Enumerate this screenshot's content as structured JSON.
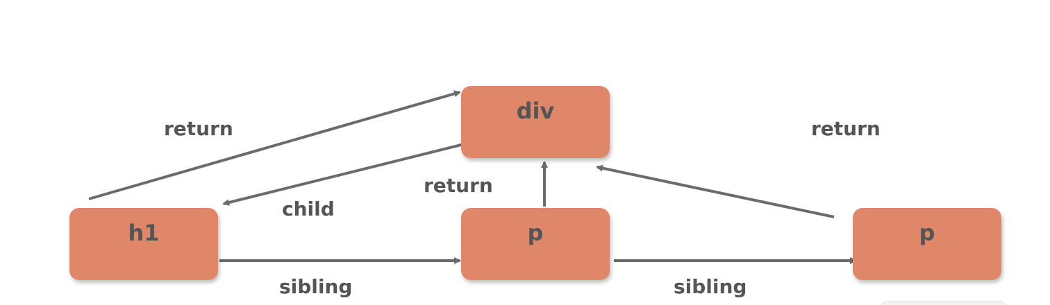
{
  "diagram": {
    "nodes": {
      "div": {
        "label": "div"
      },
      "h1": {
        "label": "h1"
      },
      "p_middle": {
        "label": "p"
      },
      "p_right": {
        "label": "p"
      }
    },
    "edges": {
      "h1_to_div_return": {
        "label": "return"
      },
      "div_to_h1_child": {
        "label": "child"
      },
      "p_middle_to_div_return": {
        "label": "return"
      },
      "p_right_to_div_return": {
        "label": "return"
      },
      "h1_to_p_sibling": {
        "label": "sibling"
      },
      "p_to_p_sibling": {
        "label": "sibling"
      }
    },
    "colors": {
      "node_fill": "#E0876A",
      "text": "#555555",
      "arrow": "#6b6b6b"
    }
  }
}
